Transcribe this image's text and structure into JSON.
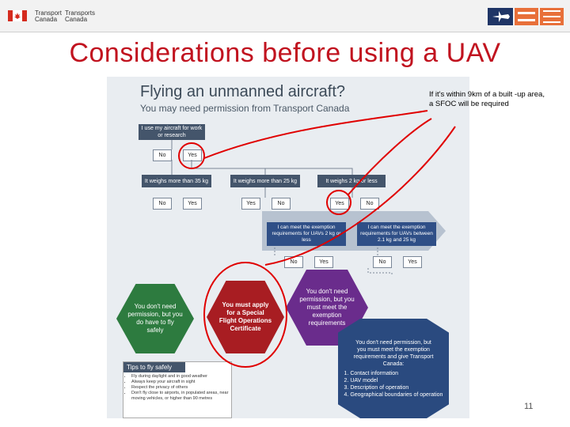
{
  "header": {
    "org_en_line1": "Transport",
    "org_en_line2": "Canada",
    "org_fr_line1": "Transports",
    "org_fr_line2": "Canada",
    "colors": {
      "flag_red": "#d52b1e",
      "logo_navy": "#1f3566",
      "logo_orange": "#e8703a"
    }
  },
  "slide": {
    "title": "Considerations before using a UAV",
    "callout": "If it's within 9km of a built -up area, a SFOC will be required",
    "page_number": "11",
    "accent_color": "#c1131f"
  },
  "poster": {
    "title": "Flying an unmanned aircraft?",
    "subtitle": "You may need permission from Transport Canada",
    "question": "I use my aircraft for work or research",
    "answers": {
      "no": "No",
      "yes": "Yes"
    },
    "weights": [
      "It weighs more than 35 kg",
      "It weighs more than 25 kg",
      "It weighs 2 kg or less"
    ],
    "exemptions": [
      "I can meet the exemption requirements for UAVs 2 kg or less",
      "I can meet the exemption requirements for UAVs between 2.1 kg and 25 kg"
    ],
    "outcomes": {
      "green": "You don't need permission, but you do have to fly safely",
      "red": "You must apply for a Special Flight Operations Certificate",
      "purple": "You don't need permission, but you must meet the exemption requirements",
      "navy_intro": "You don't need permission, but you must meet the exemption requirements and give Transport Canada:",
      "navy_list": [
        "1. Contact information",
        "2. UAV model",
        "3. Description of operation",
        "4. Geographical boundaries of operation"
      ]
    },
    "tips": {
      "heading": "Tips to fly safely",
      "items": [
        "Fly during daylight and in good weather",
        "Always keep your aircraft in sight",
        "Respect the privacy of others",
        "Don't fly close to airports, in populated areas, near moving vehicles, or higher than 90 metres"
      ]
    }
  }
}
